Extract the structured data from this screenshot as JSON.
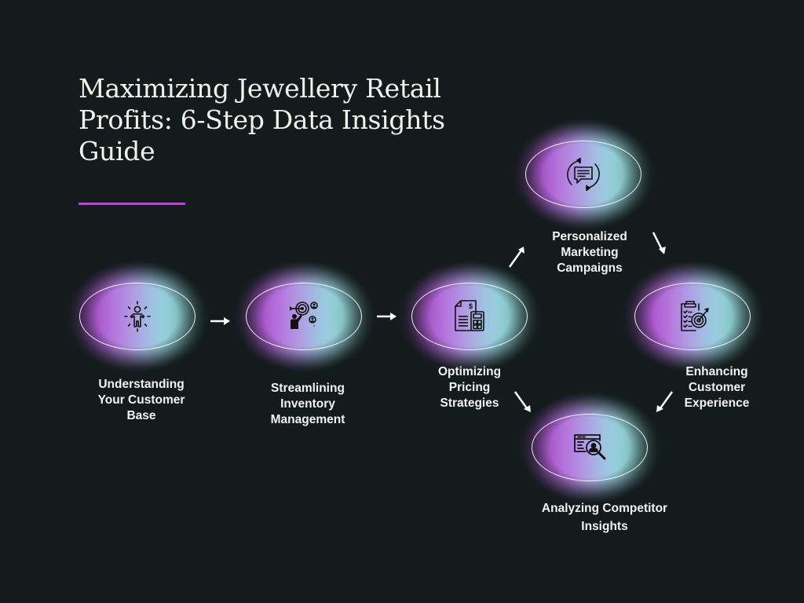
{
  "title": "Maximizing Jewellery Retail Profits: 6-Step Data Insights Guide",
  "accent_color": "#b04cc6",
  "steps": [
    {
      "label": "Understanding\nYour Customer\nBase",
      "icon": "person-radiating-icon"
    },
    {
      "label": "Streamlining\nInventory\nManagement",
      "icon": "target-strategy-icon"
    },
    {
      "label": "Optimizing\nPricing\nStrategies",
      "icon": "invoice-calculator-icon"
    },
    {
      "label": "Personalized\nMarketing\nCampaigns",
      "icon": "chat-cycle-icon"
    },
    {
      "label": "Enhancing Customer\nExperience",
      "icon": "clipboard-target-icon"
    },
    {
      "label": "Analyzing Competitor\nInsights",
      "icon": "profile-search-icon"
    }
  ],
  "flow": [
    {
      "from": 1,
      "to": 2,
      "direction": "right"
    },
    {
      "from": 2,
      "to": 3,
      "direction": "right"
    },
    {
      "from": 3,
      "to": 4,
      "direction": "up-right"
    },
    {
      "from": 4,
      "to": 5,
      "direction": "down-right"
    },
    {
      "from": 5,
      "to": 6,
      "direction": "down-left"
    },
    {
      "from": 3,
      "to": 6,
      "direction": "down-right"
    }
  ]
}
